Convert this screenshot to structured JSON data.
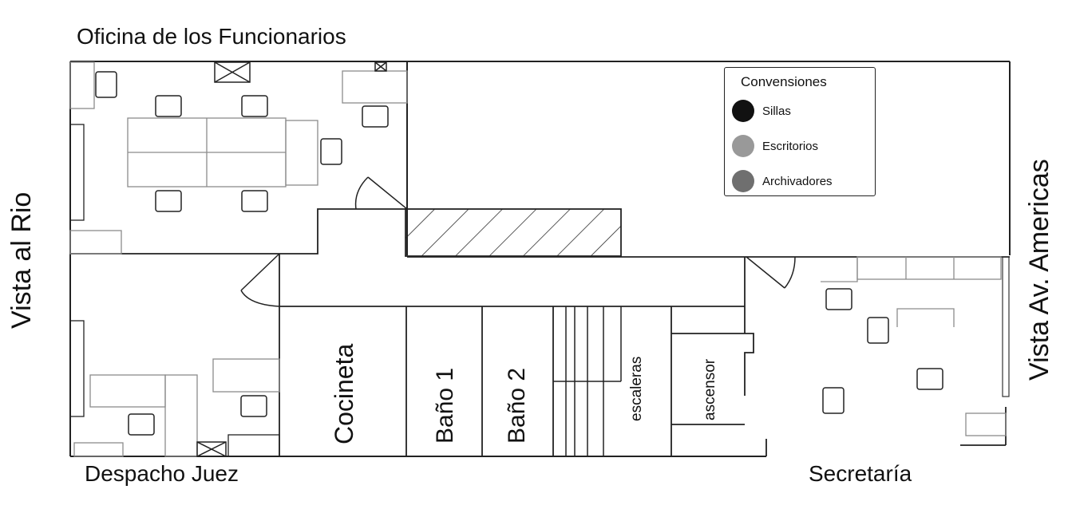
{
  "plan": {
    "title": "Oficina de los Funcionarios",
    "bottom_left_label": "Despacho Juez",
    "bottom_right_label": "Secretaría",
    "left_side_label": "Vista al Rio",
    "right_side_label": "Vista Av. Americas"
  },
  "rooms": {
    "kitchen": "Cocineta",
    "bath1": "Baño 1",
    "bath2": "Baño 2",
    "stairs": "escaleras",
    "elevator": "ascensor"
  },
  "legend": {
    "title": "Convensiones",
    "items": [
      {
        "label": "Sillas",
        "color": "#111111"
      },
      {
        "label": "Escritorios",
        "color": "#999999"
      },
      {
        "label": "Archivadores",
        "color": "#6f6f6f"
      }
    ]
  },
  "colors": {
    "wall": "#222222",
    "furniture": "#8c8c8c",
    "chair": "#222222"
  }
}
